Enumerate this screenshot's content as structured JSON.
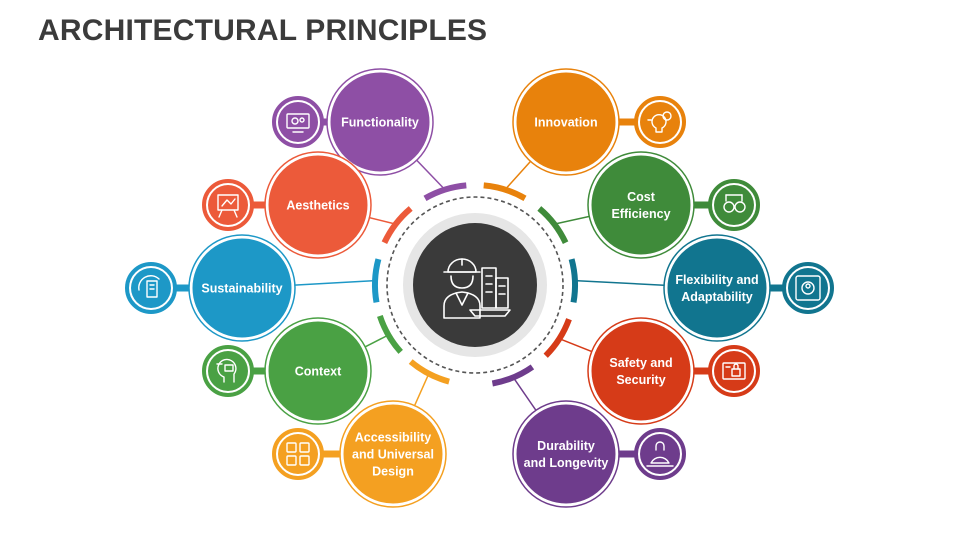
{
  "title": "ARCHITECTURAL PRINCIPLES",
  "center": {
    "icon": "architect-with-building-icon"
  },
  "principles": [
    {
      "id": "functionality",
      "lines": [
        "Functionality"
      ],
      "color": "#8E4FA5",
      "icon": "blueprint-gears-monitor-icon"
    },
    {
      "id": "aesthetics",
      "lines": [
        "Aesthetics"
      ],
      "color": "#EC5A3A",
      "icon": "easel-presentation-icon"
    },
    {
      "id": "sustainability",
      "lines": [
        "Sustainability"
      ],
      "color": "#1D98C7",
      "icon": "sustainable-building-icon"
    },
    {
      "id": "context",
      "lines": [
        "Context"
      ],
      "color": "#4AA144",
      "icon": "head-with-ideas-icon"
    },
    {
      "id": "accessibility",
      "lines": [
        "Accessibility",
        "and Universal",
        "Design"
      ],
      "color": "#F4A021",
      "icon": "accessibility-people-icon"
    },
    {
      "id": "innovation",
      "lines": [
        "Innovation"
      ],
      "color": "#E8820C",
      "icon": "lightbulb-gear-icon"
    },
    {
      "id": "cost-efficiency",
      "lines": [
        "Cost",
        "Efficiency"
      ],
      "color": "#3F8B3A",
      "icon": "cost-gears-icon"
    },
    {
      "id": "flexibility",
      "lines": [
        "Flexibility and",
        "Adaptability"
      ],
      "color": "#11758F",
      "icon": "user-network-icon"
    },
    {
      "id": "safety",
      "lines": [
        "Safety and",
        "Security"
      ],
      "color": "#D63B18",
      "icon": "secure-document-icon"
    },
    {
      "id": "durability",
      "lines": [
        "Durability",
        "and Longevity"
      ],
      "color": "#6E3C8C",
      "icon": "kettlebell-icon"
    }
  ]
}
